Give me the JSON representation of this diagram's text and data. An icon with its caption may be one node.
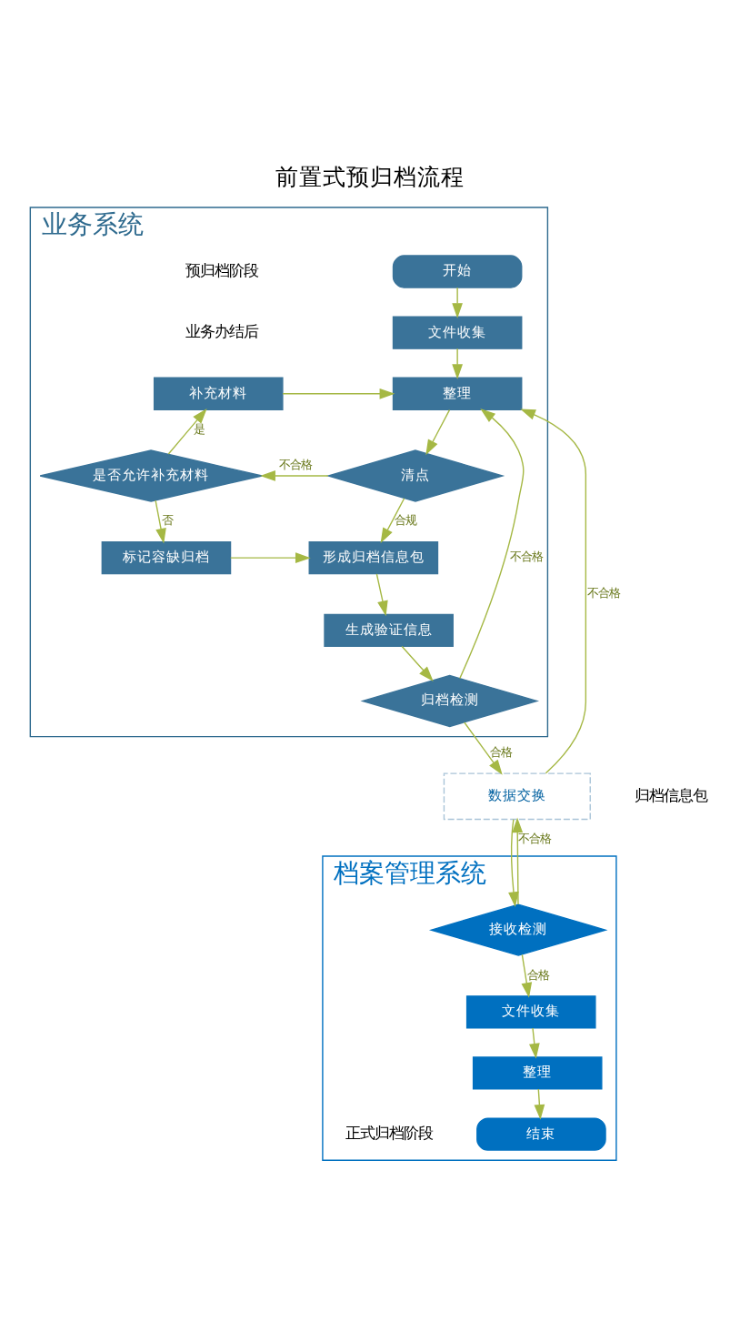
{
  "diagram": {
    "title": "前置式预归档流程",
    "nodes": [
      {
        "text": [
          "业务系统"
        ]
      },
      {
        "text": [
          "档案管理系统"
        ]
      },
      {
        "text": [
          "开始"
        ],
        "in": 0
      },
      {
        "text": [
          "文件收集"
        ],
        "in": 0
      },
      {
        "text": [
          "补充材料"
        ],
        "in": 0
      },
      {
        "text": [
          "整理"
        ],
        "in": 0
      },
      {
        "text": [
          "是否允许补充材料"
        ],
        "in": 0
      },
      {
        "text": [
          "清点"
        ],
        "in": 0
      },
      {
        "text": [
          "标记容缺归档"
        ],
        "in": 0
      },
      {
        "text": [
          "形成归档信息包"
        ],
        "in": 0
      },
      {
        "text": [
          "生成验证信息"
        ],
        "in": 0
      },
      {
        "text": [
          "归档检测"
        ],
        "in": 0
      },
      {
        "text": [
          "数据交换"
        ]
      },
      {
        "text": [
          "接收检测"
        ],
        "in": 1
      },
      {
        "text": [
          "文件收集"
        ],
        "in": 1
      },
      {
        "text": [
          "整理"
        ],
        "in": 1
      },
      {
        "text": [
          "结束"
        ],
        "in": 1
      }
    ],
    "edges": [
      {
        "from": 2,
        "to": 3,
        "arrow": "to"
      },
      {
        "from": 3,
        "to": 5,
        "arrow": "to"
      },
      {
        "from": 4,
        "to": 5,
        "arrow": "to"
      },
      {
        "from": 5,
        "to": 7,
        "arrow": "to"
      },
      {
        "from": 7,
        "to": 6,
        "arrow": "to",
        "label": "不合格"
      },
      {
        "from": 6,
        "to": 4,
        "arrow": "to",
        "label": "是"
      },
      {
        "from": 6,
        "to": 8,
        "arrow": "to",
        "label": "否"
      },
      {
        "from": 8,
        "to": 9,
        "arrow": "to"
      },
      {
        "from": 7,
        "to": 9,
        "arrow": "to",
        "label": "合规"
      },
      {
        "from": 9,
        "to": 10,
        "arrow": "to"
      },
      {
        "from": 10,
        "to": 11,
        "arrow": "to"
      },
      {
        "from": 11,
        "to": 5,
        "arrow": "to",
        "label": "不合格"
      },
      {
        "from": 11,
        "to": 12,
        "arrow": "to",
        "label": "合格"
      },
      {
        "from": 12,
        "to": 13,
        "arrow": "to"
      },
      {
        "from": 13,
        "to": 12,
        "arrow": "to",
        "label": "不合格"
      },
      {
        "from": 12,
        "to": 5,
        "arrow": "to",
        "label": "不合格"
      },
      {
        "from": 13,
        "to": 14,
        "arrow": "to",
        "label": "合格"
      },
      {
        "from": 14,
        "to": 15,
        "arrow": "to"
      },
      {
        "from": 15,
        "to": 16,
        "arrow": "to"
      }
    ],
    "labels": [
      "预归档阶段",
      "业务办结后",
      "归档信息包",
      "正式归档阶段"
    ]
  }
}
